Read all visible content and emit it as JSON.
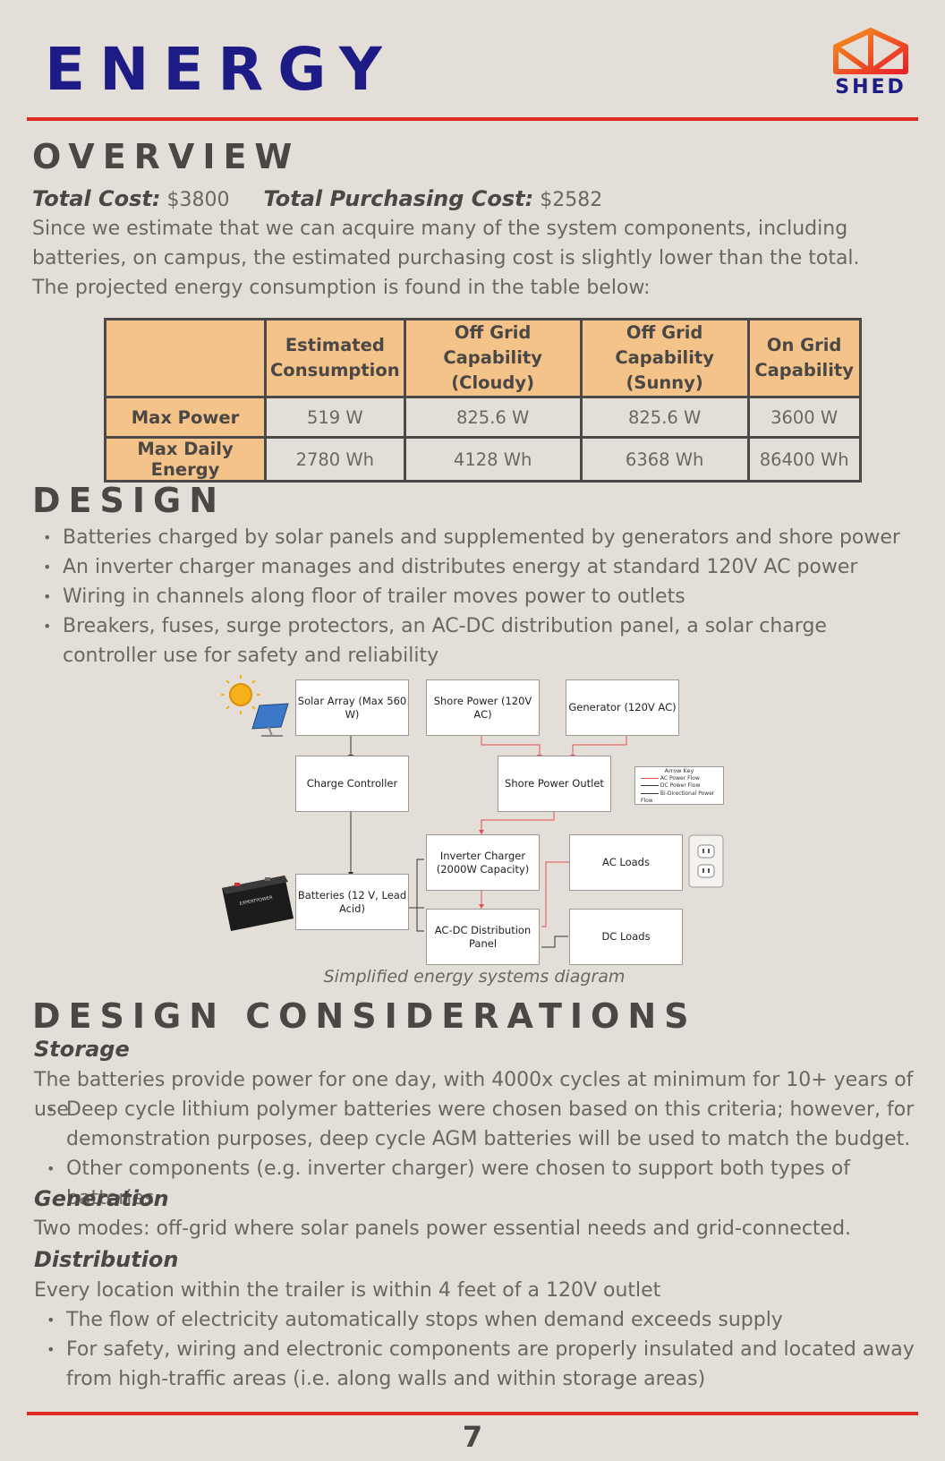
{
  "header": {
    "title": "ENERGY",
    "logo_text": "SHED"
  },
  "overview": {
    "heading": "OVERVIEW",
    "total_cost_label": "Total Cost:",
    "total_cost_value": "$3800",
    "purchasing_cost_label": "Total Purchasing Cost:",
    "purchasing_cost_value": "$2582",
    "text_1": "Since we estimate that we can acquire many of the system components, including batteries, on campus, the estimated purchasing cost is slightly lower than the total.",
    "text_2": "The projected energy consumption is found in the table below:"
  },
  "table": {
    "headers": [
      "",
      "Estimated Consumption",
      "Off Grid Capability (Cloudy)",
      "Off Grid Capability (Sunny)",
      "On Grid Capability"
    ],
    "rows": [
      {
        "label": "Max Power",
        "cells": [
          "519 W",
          "825.6 W",
          "825.6 W",
          "3600 W"
        ]
      },
      {
        "label": "Max Daily Energy",
        "cells": [
          "2780 Wh",
          "4128 Wh",
          "6368 Wh",
          "86400 Wh"
        ]
      }
    ]
  },
  "design": {
    "heading": "DESIGN",
    "bullets": [
      "Batteries charged by solar panels and supplemented by generators and shore power",
      "An inverter charger manages and distributes energy at standard 120V AC power",
      "Wiring in channels along floor of trailer moves power to outlets",
      "Breakers, fuses, surge protectors, an AC-DC distribution panel, a solar charge controller use for safety and reliability"
    ]
  },
  "diagram": {
    "solar": "Solar Array (Max 560 W)",
    "shore": "Shore Power (120V AC)",
    "generator": "Generator (120V AC)",
    "charge_controller": "Charge Controller",
    "shore_outlet": "Shore Power Outlet",
    "inverter": "Inverter Charger (2000W Capacity)",
    "batteries": "Batteries (12 V, Lead Acid)",
    "acdc": "AC-DC Distribution Panel",
    "ac_loads": "AC Loads",
    "dc_loads": "DC Loads",
    "key_title": "Arrow Key",
    "key_items": [
      "AC Power Flow",
      "DC Power Flow",
      "Bi-Directional Power Flow"
    ],
    "battery_brand": "EXPERTPOWER",
    "caption": "Simplified energy systems diagram",
    "colors": {
      "ac": "#e05050",
      "dc": "#333333"
    }
  },
  "considerations": {
    "heading": "DESIGN CONSIDERATIONS",
    "storage_heading": "Storage",
    "storage_text": "The batteries provide power for one day, with 4000x cycles at minimum for 10+ years of use",
    "storage_bullets": [
      "Deep cycle lithium polymer batteries were chosen based on this criteria; however, for demonstration purposes, deep cycle AGM batteries will be used to match the budget.",
      "Other components (e.g. inverter charger) were chosen to support both types of batteries"
    ],
    "generation_heading": "Generation",
    "generation_text": "Two modes: off-grid where solar panels power essential needs and grid-connected.",
    "distribution_heading": "Distribution",
    "distribution_text": "Every location within the trailer is within 4 feet of a 120V outlet",
    "distribution_bullets": [
      "The flow of electricity automatically stops when demand exceeds supply",
      "For safety, wiring and electronic components are properly insulated and located away from high-traffic areas (i.e. along walls and within storage areas)"
    ]
  },
  "footer": {
    "page_number": "7"
  },
  "colors": {
    "title": "#1d1b86",
    "rule": "#e02b20",
    "table_header": "#f3c38a",
    "background": "#e3ded8"
  }
}
